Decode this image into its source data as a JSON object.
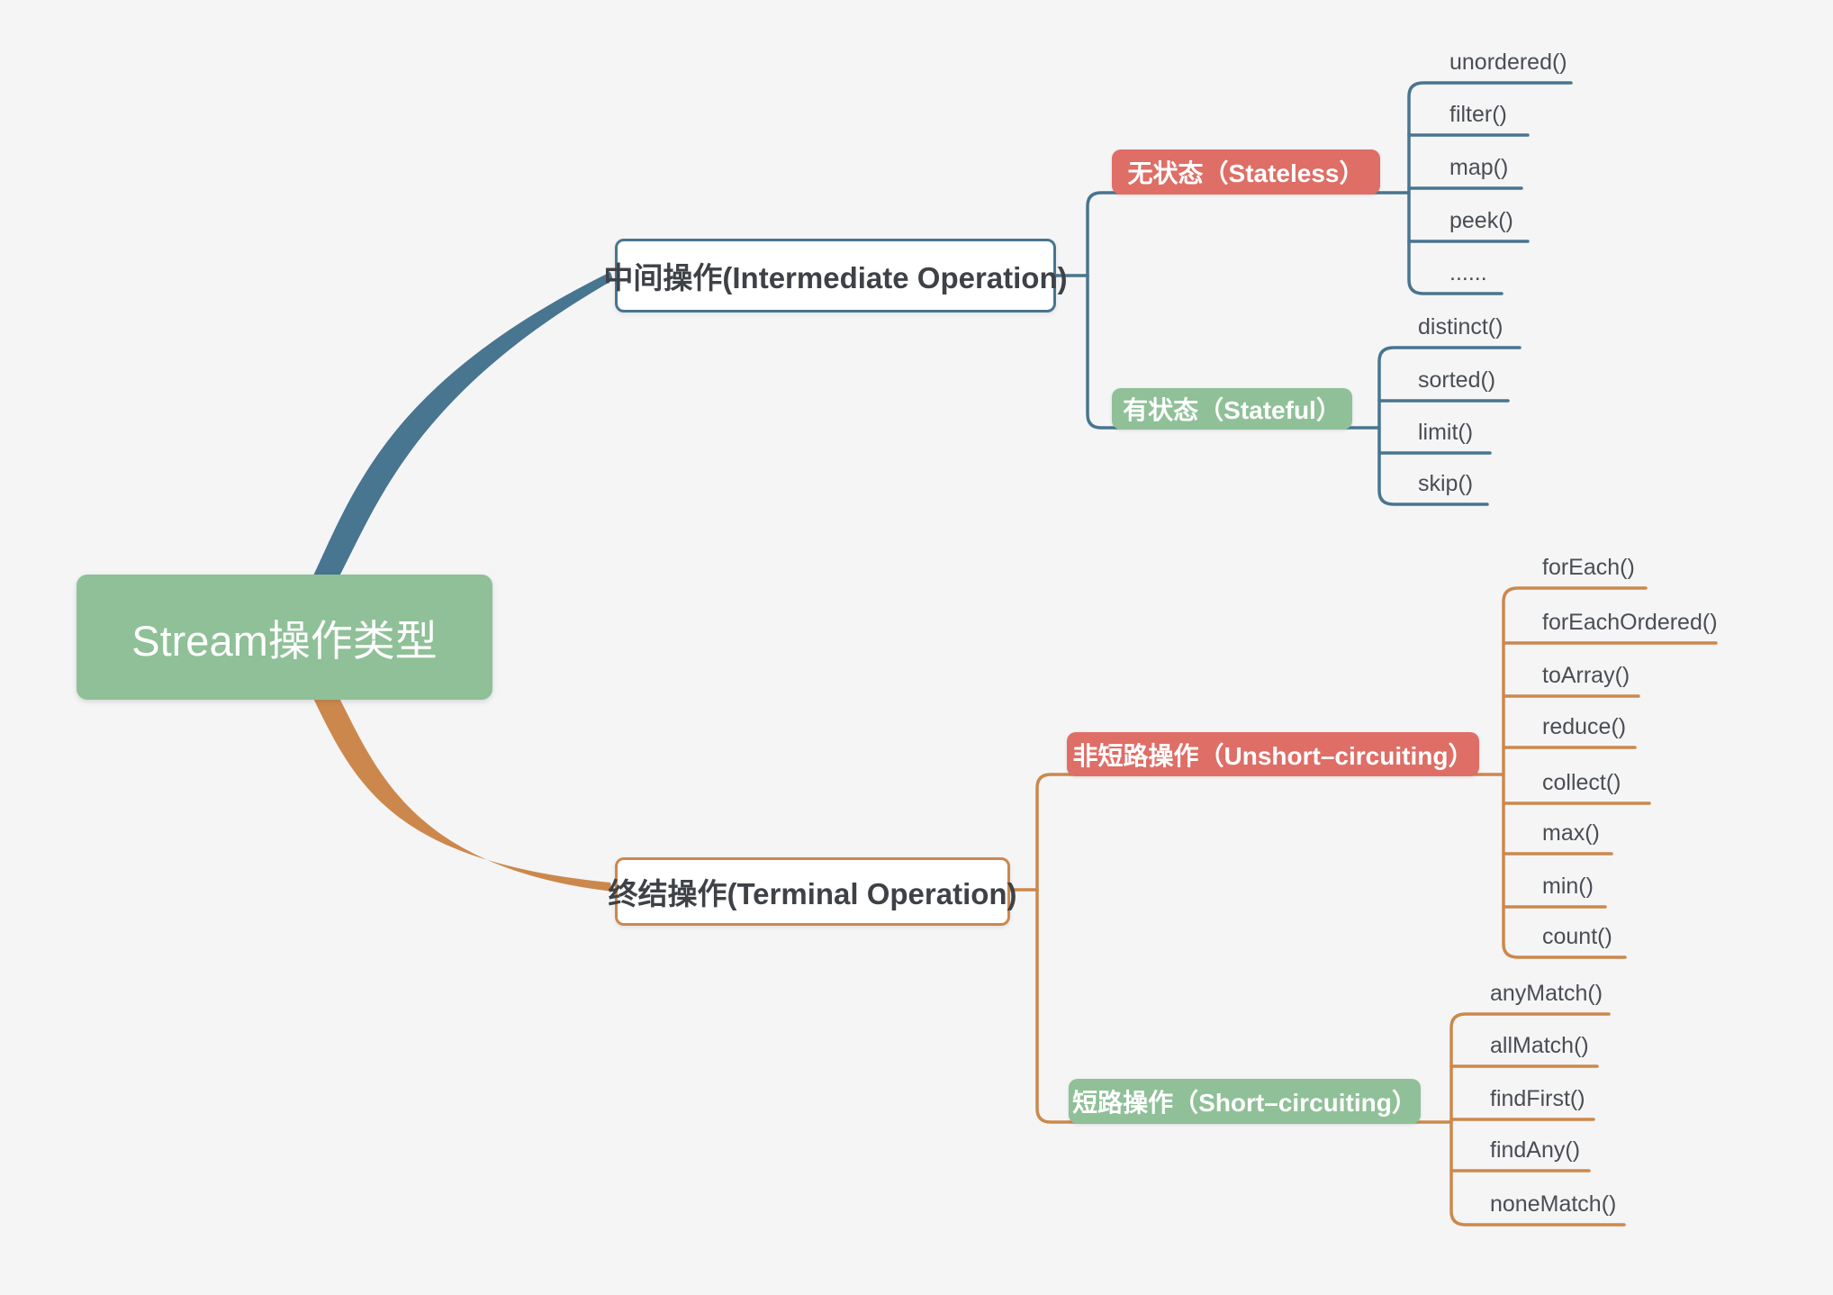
{
  "root": {
    "label": "Stream操作类型"
  },
  "branches": {
    "intermediate": {
      "label": "中间操作(Intermediate Operation)",
      "children": {
        "stateless": {
          "label": "无状态（Stateless）",
          "items": [
            "unordered()",
            "filter()",
            "map()",
            "peek()",
            "......"
          ]
        },
        "stateful": {
          "label": "有状态（Stateful）",
          "items": [
            "distinct()",
            "sorted()",
            "limit()",
            "skip()"
          ]
        }
      }
    },
    "terminal": {
      "label": "终结操作(Terminal Operation)",
      "children": {
        "unshort_circuiting": {
          "label": "非短路操作（Unshort–circuiting）",
          "items": [
            "forEach()",
            "forEachOrdered()",
            "toArray()",
            "reduce()",
            "collect()",
            "max()",
            "min()",
            "count()"
          ]
        },
        "short_circuiting": {
          "label": "短路操作（Short–circuiting）",
          "items": [
            "anyMatch()",
            "allMatch()",
            "findFirst()",
            "findAny()",
            "noneMatch()"
          ]
        }
      }
    }
  },
  "colors": {
    "background": "#F5F5F6",
    "branch_blue": "#48758F",
    "branch_orange": "#CC884C",
    "node_red": "#DE6E66",
    "node_green": "#8FC097",
    "main_topic_text": "#3E4247",
    "leaf_text": "#494E54"
  }
}
